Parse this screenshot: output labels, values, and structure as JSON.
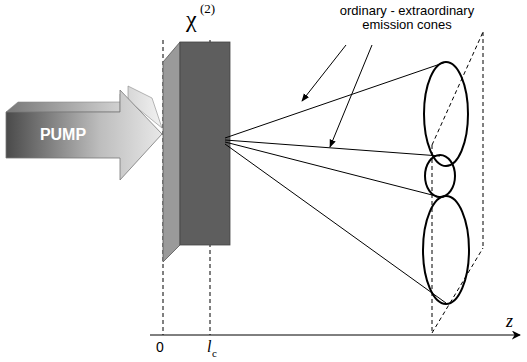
{
  "diagram": {
    "nodes": [
      {
        "text": [
          "PUMP"
        ]
      }
    ],
    "labels": [
      "ordinary - extraordinary emission cones",
      "χ",
      "(2)",
      "0",
      "l",
      "c",
      "z"
    ]
  }
}
